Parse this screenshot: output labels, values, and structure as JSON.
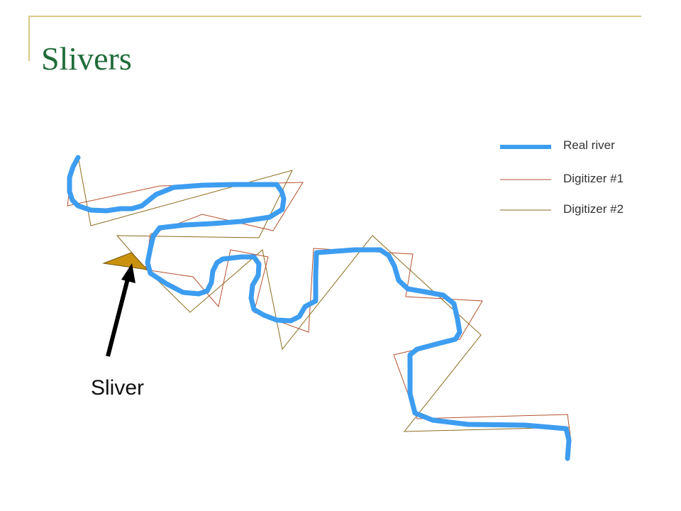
{
  "slide": {
    "title": "Slivers"
  },
  "legend": {
    "items": [
      {
        "label": "Real river",
        "color": "#3d9df0",
        "style": "thick"
      },
      {
        "label": "Digitizer #1",
        "color": "#b5522f",
        "style": "thin"
      },
      {
        "label": "Digitizer #2",
        "color": "#8a6a1c",
        "style": "thin"
      }
    ]
  },
  "callout": {
    "label": "Sliver",
    "sliver_color": "#c9920e",
    "arrow_color": "#000000"
  },
  "colors": {
    "title": "#1f6b3a",
    "frame": "#d6c98a"
  }
}
